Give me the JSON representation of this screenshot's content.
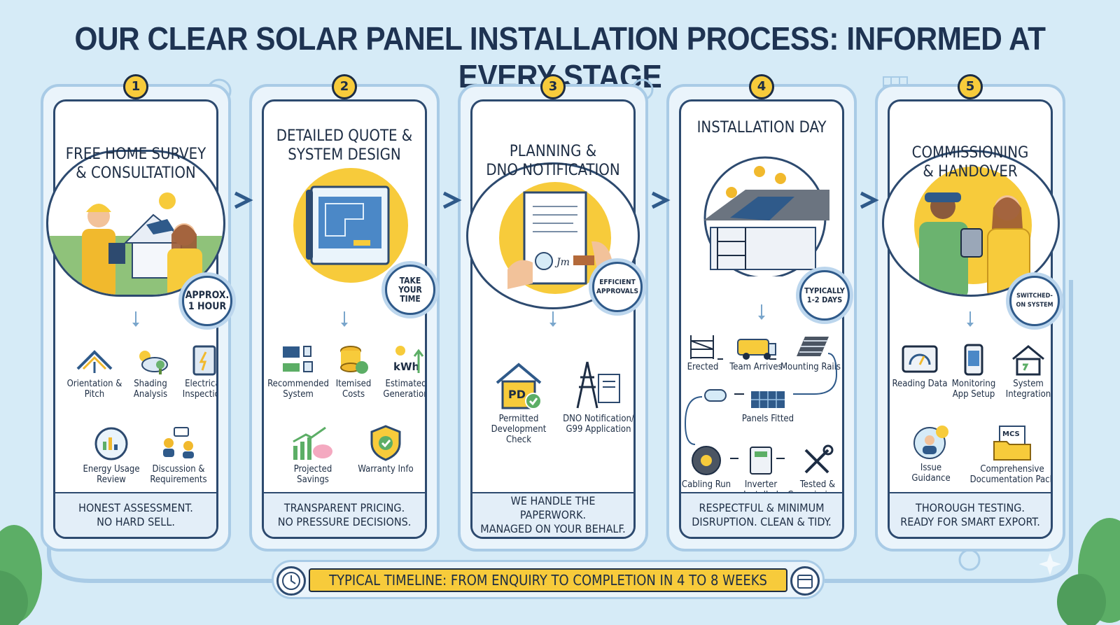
{
  "title": "OUR CLEAR SOLAR PANEL INSTALLATION PROCESS: INFORMED AT EVERY STAGE",
  "colors": {
    "accent": "#f7cb3b",
    "navy": "#1d2d44",
    "frame": "#a9cbe6",
    "background": "#d6ebf7"
  },
  "stages": [
    {
      "number": "1",
      "title_line1": "FREE HOME SURVEY",
      "title_line2": "& CONSULTATION",
      "badge": "APPROX. 1 HOUR",
      "items": [
        {
          "label": "Orientation & Pitch",
          "icon": "roof-angle-icon"
        },
        {
          "label": "Shading Analysis",
          "icon": "sun-cloud-icon"
        },
        {
          "label": "Electrical Inspection",
          "icon": "fusebox-icon"
        },
        {
          "label": "Energy Usage Review",
          "icon": "meter-icon"
        },
        {
          "label": "Discussion & Requirements",
          "icon": "discussion-icon"
        }
      ],
      "footer_line1": "HONEST ASSESSMENT.",
      "footer_line2": "NO HARD SELL."
    },
    {
      "number": "2",
      "title_line1": "DETAILED QUOTE &",
      "title_line2": "SYSTEM DESIGN",
      "badge": "TAKE YOUR TIME",
      "items": [
        {
          "label": "Recommended System",
          "icon": "solar-system-icon"
        },
        {
          "label": "Itemised Costs",
          "icon": "coins-icon"
        },
        {
          "label": "Estimated Generation",
          "icon": "kwh-icon"
        },
        {
          "label": "Projected Savings",
          "icon": "piggy-bank-icon"
        },
        {
          "label": "Warranty Info",
          "icon": "shield-check-icon"
        }
      ],
      "footer_line1": "TRANSPARENT PRICING.",
      "footer_line2": "NO PRESSURE DECISIONS."
    },
    {
      "number": "3",
      "title_line1": "PLANNING &",
      "title_line2": "DNO NOTIFICATION",
      "badge": "EFFICIENT APPROVALS",
      "items": [
        {
          "label": "Permitted Development Check",
          "icon": "house-pd-icon",
          "pd": "PD"
        },
        {
          "label": "DNO Notification/ G99 Application",
          "icon": "pylon-document-icon"
        }
      ],
      "footer_line1": "WE HANDLE THE PAPERWORK.",
      "footer_line2": "MANAGED ON YOUR BEHALF."
    },
    {
      "number": "4",
      "title_line1": "INSTALLATION DAY",
      "title_line2": "",
      "badge": "TYPICALLY 1-2 DAYS",
      "items": [
        {
          "label": "Erected",
          "icon": "scaffold-icon"
        },
        {
          "label": "Team Arrives",
          "icon": "van-icon"
        },
        {
          "label": "Mounting Rails",
          "icon": "rails-icon"
        },
        {
          "label": "Panels Fitted",
          "icon": "panel-icon"
        },
        {
          "label": "Cabling Run",
          "icon": "cable-reel-icon"
        },
        {
          "label": "Inverter Installed",
          "icon": "inverter-icon"
        },
        {
          "label": "Tested & Commissioned",
          "icon": "tools-icon"
        }
      ],
      "footer_line1": "RESPECTFUL & MINIMUM",
      "footer_line2": "DISRUPTION. CLEAN & TIDY."
    },
    {
      "number": "5",
      "title_line1": "COMMISSIONING",
      "title_line2": "& HANDOVER",
      "badge": "SWITCHED-ON SYSTEM",
      "items": [
        {
          "label": "Reading Data",
          "icon": "gauge-icon"
        },
        {
          "label": "Monitoring App Setup",
          "icon": "phone-app-icon"
        },
        {
          "label": "System Integration",
          "icon": "house-battery-icon"
        },
        {
          "label": "Issue Guidance",
          "icon": "question-person-icon"
        },
        {
          "label": "Comprehensive Documentation Pack",
          "icon": "folder-mcs-icon",
          "mcs": "MCS"
        }
      ],
      "footer_line1": "THOROUGH TESTING.",
      "footer_line2": "READY FOR SMART EXPORT."
    }
  ],
  "timeline": "TYPICAL TIMELINE: FROM ENQUIRY TO COMPLETION IN 4 TO 8 WEEKS",
  "kwh_text": "kWh",
  "signature_text": "Jm"
}
